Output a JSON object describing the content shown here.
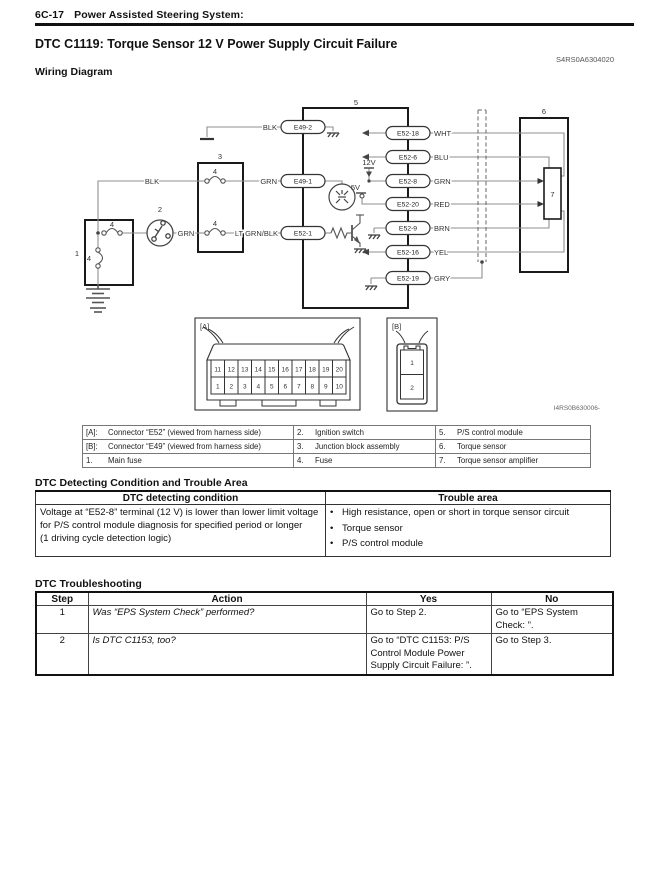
{
  "page": {
    "header_section": "6C-17",
    "header_title": "Power Assisted Steering System:",
    "dtc_title": "DTC C1119: Torque Sensor 12 V Power Supply Circuit Failure",
    "doc_code": "S4RS0A6304020",
    "wiring_heading": "Wiring Diagram",
    "figure_code": "I4RS0B630006-"
  },
  "diagram": {
    "part_numbers": {
      "main_fuse": "1",
      "ignition_switch": "2",
      "junction_block": "3",
      "fuse_a": "4",
      "fuse_b": "4",
      "fuse_c": "4",
      "ps_module": "5",
      "torque_sensor": "6",
      "amplifier": "7"
    },
    "voltages": {
      "v12": "12V",
      "v5": "5V"
    },
    "inner_labels": {
      "blk": "BLK",
      "grn": "GRN"
    },
    "left_pins": [
      {
        "pin": "E49-2",
        "wire": "BLK"
      },
      {
        "pin": "E49-1",
        "wire": "GRN"
      },
      {
        "pin": "E52-1",
        "wire": "LT GRN/BLK"
      }
    ],
    "right_pins": [
      {
        "pin": "E52-18",
        "wire": "WHT"
      },
      {
        "pin": "E52-6",
        "wire": "BLU"
      },
      {
        "pin": "E52-8",
        "wire": "GRN"
      },
      {
        "pin": "E52-20",
        "wire": "RED"
      },
      {
        "pin": "E52-9",
        "wire": "BRN"
      },
      {
        "pin": "E52-16",
        "wire": "YEL"
      },
      {
        "pin": "E52-19",
        "wire": "GRY"
      }
    ],
    "connector_a": {
      "label": "[A]",
      "pins_top": [
        "11",
        "12",
        "13",
        "14",
        "15",
        "16",
        "17",
        "18",
        "19",
        "20"
      ],
      "pins_bottom": [
        "1",
        "2",
        "3",
        "4",
        "5",
        "6",
        "7",
        "8",
        "9",
        "10"
      ]
    },
    "connector_b": {
      "label": "[B]",
      "pins": [
        "1",
        "2"
      ]
    }
  },
  "legend": {
    "rows": [
      [
        {
          "key": "[A]:",
          "text": "Connector “E52” (viewed from harness side)"
        },
        {
          "key": "2.",
          "text": "Ignition switch"
        },
        {
          "key": "5.",
          "text": "P/S control module"
        }
      ],
      [
        {
          "key": "[B]:",
          "text": "Connector “E49” (viewed from harness side)"
        },
        {
          "key": "3.",
          "text": "Junction block assembly"
        },
        {
          "key": "6.",
          "text": "Torque sensor"
        }
      ],
      [
        {
          "key": "1.",
          "text": "Main fuse"
        },
        {
          "key": "4.",
          "text": "Fuse"
        },
        {
          "key": "7.",
          "text": "Torque sensor amplifier"
        }
      ]
    ]
  },
  "detecting": {
    "heading": "DTC Detecting Condition and Trouble Area",
    "col1": "DTC detecting condition",
    "col2": "Trouble area",
    "condition_p1": "Voltage at “E52-8” terminal (12 V) is lower than lower limit voltage for P/S control module diagnosis for specified period or longer",
    "condition_p2": "(1 driving cycle detection logic)",
    "bullet": "•",
    "trouble_items": [
      "High resistance, open or short in torque sensor circuit",
      "Torque sensor",
      "P/S control module"
    ]
  },
  "troubleshooting": {
    "heading": "DTC Troubleshooting",
    "headers": [
      "Step",
      "Action",
      "Yes",
      "No"
    ],
    "rows": [
      {
        "step": "1",
        "action": "Was “EPS System Check” performed?",
        "yes": "Go to Step 2.",
        "no": "Go to “EPS System Check: ”."
      },
      {
        "step": "2",
        "action": "Is DTC C1153, too?",
        "yes": "Go to “DTC C1153: P/S Control Module Power Supply Circuit Failure: ”.",
        "no": "Go to Step 3."
      }
    ]
  }
}
